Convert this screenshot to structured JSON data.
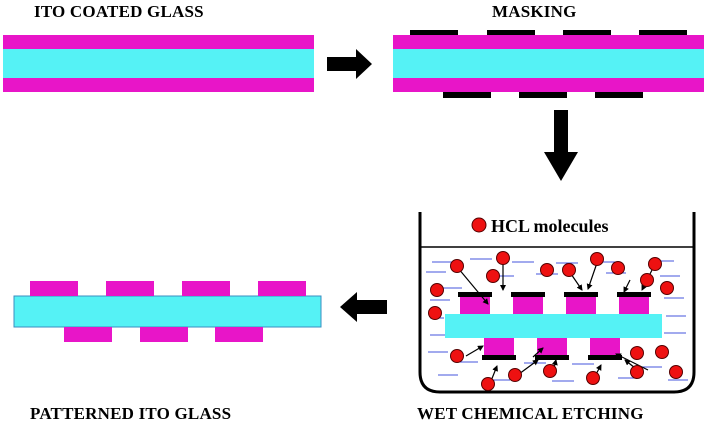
{
  "labels": {
    "step1": "ITO COATED GLASS",
    "step2": "MASKING",
    "step3": "WET CHEMICAL ETCHING",
    "step4": "PATTERNED ITO GLASS",
    "legend": "HCL molecules"
  },
  "colors": {
    "ito": "#e815c8",
    "glass": "#55f2f5",
    "mask": "#000000",
    "molecule": "#ee1111",
    "water_line": "#4455dd",
    "arrow": "#000000"
  },
  "icons": {
    "molecule": "red-circle-icon",
    "arrow_right": "arrow-right-icon",
    "arrow_down": "arrow-down-icon",
    "arrow_left": "arrow-left-icon"
  }
}
